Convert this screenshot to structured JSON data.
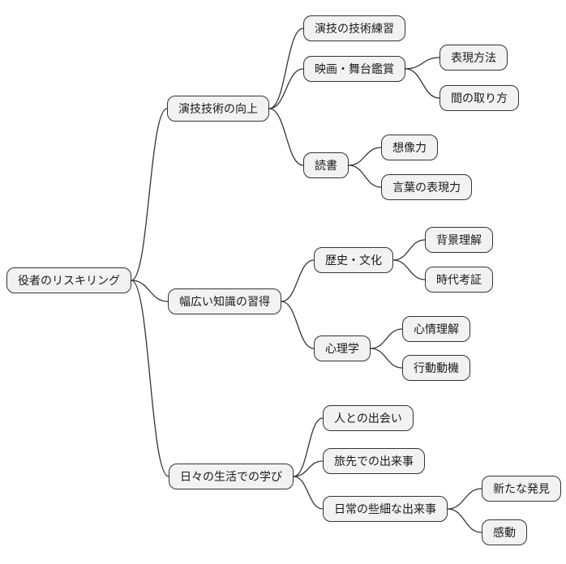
{
  "colors": {
    "background": "#ffffff",
    "node_fill": "#f2f2f2",
    "node_border": "#333333",
    "link_stroke": "#333333",
    "text": "#1a1a1a"
  },
  "mindmap": {
    "root": {
      "label": "役者のリスキリング"
    },
    "branches": [
      {
        "label": "演技技術の向上",
        "children": [
          {
            "label": "演技の技術練習",
            "children": []
          },
          {
            "label": "映画・舞台鑑賞",
            "children": [
              {
                "label": "表現方法"
              },
              {
                "label": "間の取り方"
              }
            ]
          },
          {
            "label": "読書",
            "children": [
              {
                "label": "想像力"
              },
              {
                "label": "言葉の表現力"
              }
            ]
          }
        ]
      },
      {
        "label": "幅広い知識の習得",
        "children": [
          {
            "label": "歴史・文化",
            "children": [
              {
                "label": "背景理解"
              },
              {
                "label": "時代考証"
              }
            ]
          },
          {
            "label": "心理学",
            "children": [
              {
                "label": "心情理解"
              },
              {
                "label": "行動動機"
              }
            ]
          }
        ]
      },
      {
        "label": "日々の生活での学び",
        "children": [
          {
            "label": "人との出会い",
            "children": []
          },
          {
            "label": "旅先での出来事",
            "children": []
          },
          {
            "label": "日常の些細な出来事",
            "children": [
              {
                "label": "新たな発見"
              },
              {
                "label": "感動"
              }
            ]
          }
        ]
      }
    ]
  }
}
